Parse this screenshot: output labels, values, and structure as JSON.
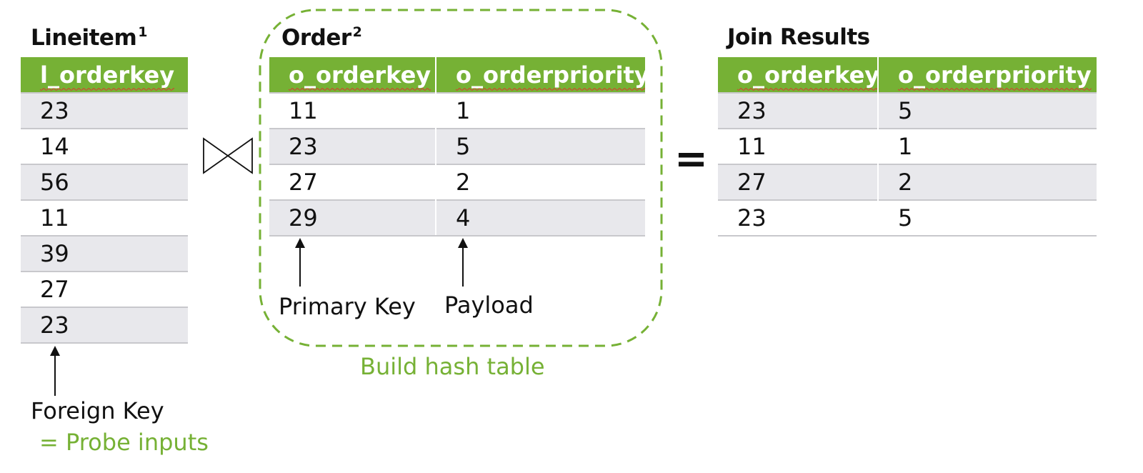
{
  "lineitem": {
    "title": "Lineitem",
    "title_sup": "1",
    "header": "l_orderkey",
    "rows": [
      "23",
      "14",
      "56",
      "11",
      "39",
      "27",
      "23"
    ],
    "arrow_label": "Foreign Key",
    "note": "= Probe inputs"
  },
  "order": {
    "title": "Order",
    "title_sup": "2",
    "headers": [
      "o_orderkey",
      "o_orderpriority"
    ],
    "rows": [
      [
        "11",
        "1"
      ],
      [
        "23",
        "5"
      ],
      [
        "27",
        "2"
      ],
      [
        "29",
        "4"
      ]
    ],
    "key_label": "Primary Key",
    "payload_label": "Payload",
    "region_label": "Build hash table"
  },
  "join": {
    "title": "Join Results",
    "headers": [
      "o_orderkey",
      "o_orderpriority"
    ],
    "rows": [
      [
        "23",
        "5"
      ],
      [
        "11",
        "1"
      ],
      [
        "27",
        "2"
      ],
      [
        "23",
        "5"
      ]
    ]
  },
  "operators": {
    "equals": "=",
    "join_symbol": "bowtie"
  },
  "colors": {
    "accent": "#76b135",
    "stripe": "#e8e8ec",
    "text": "#111111"
  }
}
